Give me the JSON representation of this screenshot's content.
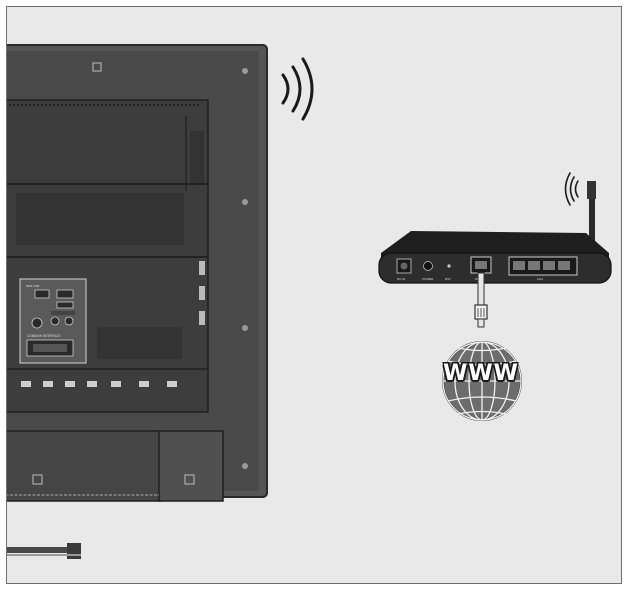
{
  "router": {
    "port_labels": [
      "DC-IN",
      "POWER",
      "RST",
      "WAN",
      "LAN"
    ]
  },
  "tv": {
    "panel_label": "COMMON INTERFACE"
  },
  "internet": {
    "globe_label": "WWW"
  },
  "colors": {
    "background": "#e9e9e9",
    "tv_body": "#4a4a4a",
    "router_body": "#2d2d2d",
    "globe": "#6c6c6c"
  }
}
